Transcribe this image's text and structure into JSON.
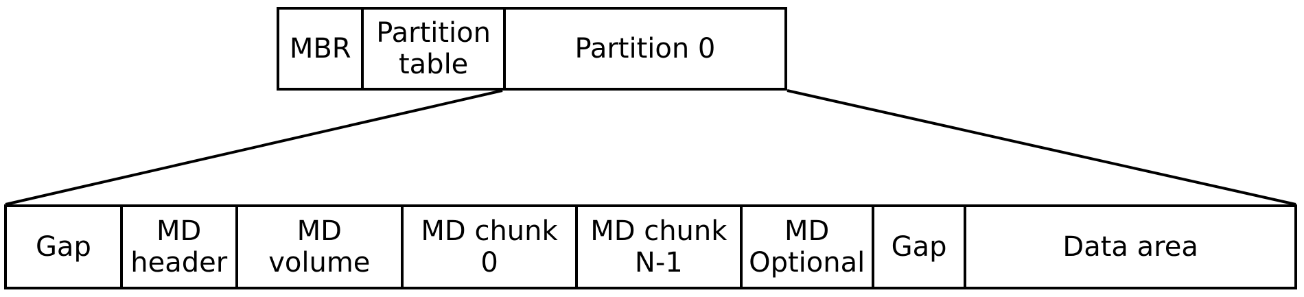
{
  "diagram": {
    "top_row": {
      "cells": [
        {
          "label": "MBR"
        },
        {
          "label": "Partition\ntable"
        },
        {
          "label": "Partition 0"
        }
      ]
    },
    "bottom_row": {
      "cells": [
        {
          "label": "Gap"
        },
        {
          "label": "MD\nheader"
        },
        {
          "label": "MD\nvolume"
        },
        {
          "label": "MD chunk\n0"
        },
        {
          "label": "MD chunk\nN-1"
        },
        {
          "label": "MD\nOptional"
        },
        {
          "label": "Gap"
        },
        {
          "label": "Data area"
        }
      ]
    },
    "colors": {
      "line": "#000000",
      "background": "#ffffff",
      "text": "#000000"
    }
  }
}
